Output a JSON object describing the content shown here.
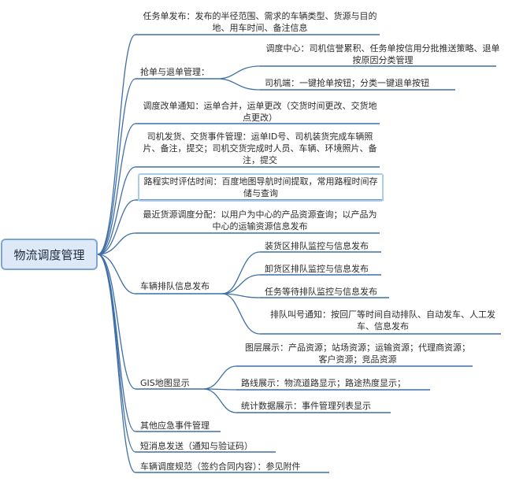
{
  "diagram": {
    "root": "物流调度管理",
    "branches": [
      {
        "id": "b1",
        "text": "任务单发布：发布的半径范围、需求的车辆类型、货源与目的地、用车时间、备注信息"
      },
      {
        "id": "b2",
        "text": "抢单与退单管理：",
        "children": [
          {
            "id": "b2c1",
            "text": "调度中心：司机信誉累积、任务单按信用分批推送策略、退单按原因分类管理"
          },
          {
            "id": "b2c2",
            "text": "司机端：一键抢单按钮；分类一键退单按钮"
          }
        ]
      },
      {
        "id": "b3",
        "text": "调度改单通知：运单合并，运单更改（交货时间更改、交货地点更改）"
      },
      {
        "id": "b4",
        "text": "司机发货、交货事件管理：运单ID号、司机装货完成车辆照片、备注，提交；司机交货完成时人员、车辆、环境照片、备注，提交"
      },
      {
        "id": "b5",
        "text": "路程实时评估时间：百度地图导航时间提取，常用路程时间存储与查询"
      },
      {
        "id": "b6",
        "text": "最近货源调度分配：以用户为中心的产品资源查询；以产品为中心的运输资源信息发布"
      },
      {
        "id": "b7",
        "text": "车辆排队信息发布",
        "children": [
          {
            "id": "b7c1",
            "text": "装货区排队监控与信息发布"
          },
          {
            "id": "b7c2",
            "text": "卸货区排队监控与信息发布"
          },
          {
            "id": "b7c3",
            "text": "任务等待排队监控与信息发布"
          },
          {
            "id": "b7c4",
            "text": "排队叫号通知：按回厂等时间自动排队、自动发车、人工发车、信息发布"
          }
        ]
      },
      {
        "id": "b8",
        "text": "GIS地图显示",
        "children": [
          {
            "id": "b8c1",
            "text": "图层展示：产品资源；站场资源；运输资源；代理商资源；客户资源；竞品资源"
          },
          {
            "id": "b8c2",
            "text": "路线展示：物流道路显示；路途热度显示；"
          },
          {
            "id": "b8c3",
            "text": "统计数据展示：事件管理列表显示"
          }
        ]
      },
      {
        "id": "b9",
        "text": "其他应急事件管理"
      },
      {
        "id": "b10",
        "text": "短消息发送（通知与验证码）"
      },
      {
        "id": "b11",
        "text": "车辆调度规范（签约合同内容）：参见附件"
      }
    ],
    "colors": {
      "line": "#3f6fa6",
      "root_fill": "#dde9f7",
      "root_border": "#7aa7d8",
      "highlight": "#a9cdf0"
    }
  }
}
